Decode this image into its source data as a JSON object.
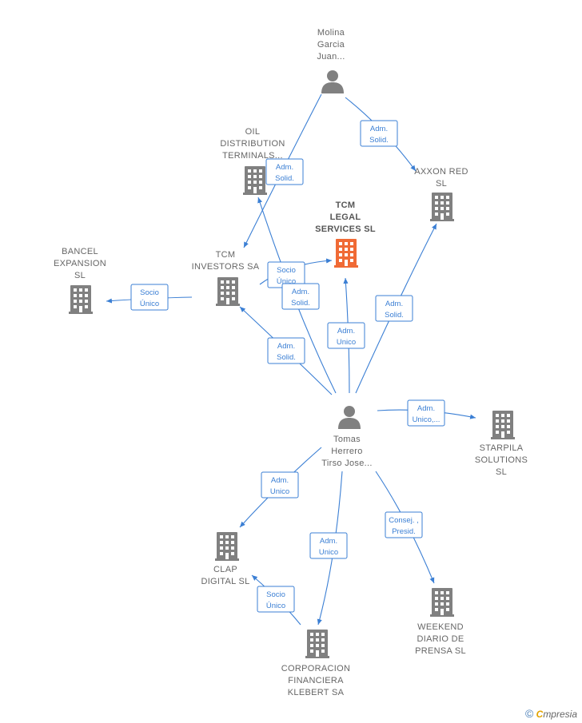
{
  "colors": {
    "edge": "#3b7fd4",
    "node": "#808080",
    "focus": "#f06a35"
  },
  "nodes": [
    {
      "id": "molina",
      "type": "person",
      "label": [
        "Molina",
        "Garcia",
        "Juan..."
      ]
    },
    {
      "id": "oil",
      "type": "company",
      "label": [
        "OIL",
        "DISTRIBUTION",
        "TERMINALS..."
      ]
    },
    {
      "id": "axxon",
      "type": "company",
      "label": [
        "AXXON RED",
        "SL"
      ]
    },
    {
      "id": "tcm_legal",
      "type": "company",
      "focus": true,
      "label": [
        "TCM",
        "LEGAL",
        "SERVICES  SL"
      ]
    },
    {
      "id": "bancel",
      "type": "company",
      "label": [
        "BANCEL",
        "EXPANSION",
        "SL"
      ]
    },
    {
      "id": "tcm_investors",
      "type": "company",
      "label": [
        "TCM",
        "INVESTORS SA"
      ]
    },
    {
      "id": "tomas",
      "type": "person",
      "label": [
        "Tomas",
        "Herrero",
        "Tirso Jose..."
      ]
    },
    {
      "id": "starpila",
      "type": "company",
      "label": [
        "STARPILA",
        "SOLUTIONS",
        "SL"
      ]
    },
    {
      "id": "clap",
      "type": "company",
      "label": [
        "CLAP",
        "DIGITAL  SL"
      ]
    },
    {
      "id": "weekend",
      "type": "company",
      "label": [
        "WEEKEND",
        "DIARIO DE",
        "PRENSA SL"
      ]
    },
    {
      "id": "corporacion",
      "type": "company",
      "label": [
        "CORPORACION",
        "FINANCIERA",
        "KLEBERT SA"
      ]
    }
  ],
  "edges": [
    {
      "from": "molina",
      "to": "tcm_investors",
      "label": [
        "Adm.",
        "Solid."
      ]
    },
    {
      "from": "molina",
      "to": "axxon",
      "label": [
        "Adm.",
        "Solid."
      ]
    },
    {
      "from": "tcm_investors",
      "to": "tcm_legal",
      "label": [
        "Socio",
        "Único"
      ]
    },
    {
      "from": "tcm_investors",
      "to": "bancel",
      "label": [
        "Socio",
        "Único"
      ]
    },
    {
      "from": "tomas",
      "to": "oil",
      "label": [
        "Adm.",
        "Solid."
      ]
    },
    {
      "from": "tomas",
      "to": "tcm_investors",
      "label": [
        "Adm.",
        "Solid."
      ]
    },
    {
      "from": "tomas",
      "to": "tcm_legal",
      "label": [
        "Adm.",
        "Unico"
      ]
    },
    {
      "from": "tomas",
      "to": "axxon",
      "label": [
        "Adm.",
        "Solid."
      ]
    },
    {
      "from": "tomas",
      "to": "starpila",
      "label": [
        "Adm.",
        "Unico,..."
      ]
    },
    {
      "from": "tomas",
      "to": "clap",
      "label": [
        "Adm.",
        "Unico"
      ]
    },
    {
      "from": "tomas",
      "to": "corporacion",
      "label": [
        "Adm.",
        "Unico"
      ]
    },
    {
      "from": "tomas",
      "to": "weekend",
      "label": [
        "Consej. ,",
        "Presid."
      ]
    },
    {
      "from": "corporacion",
      "to": "clap",
      "label": [
        "Socio",
        "Único"
      ]
    }
  ],
  "footer": {
    "copyright": "©",
    "brand_first": "C",
    "brand_rest": "mpresia"
  }
}
